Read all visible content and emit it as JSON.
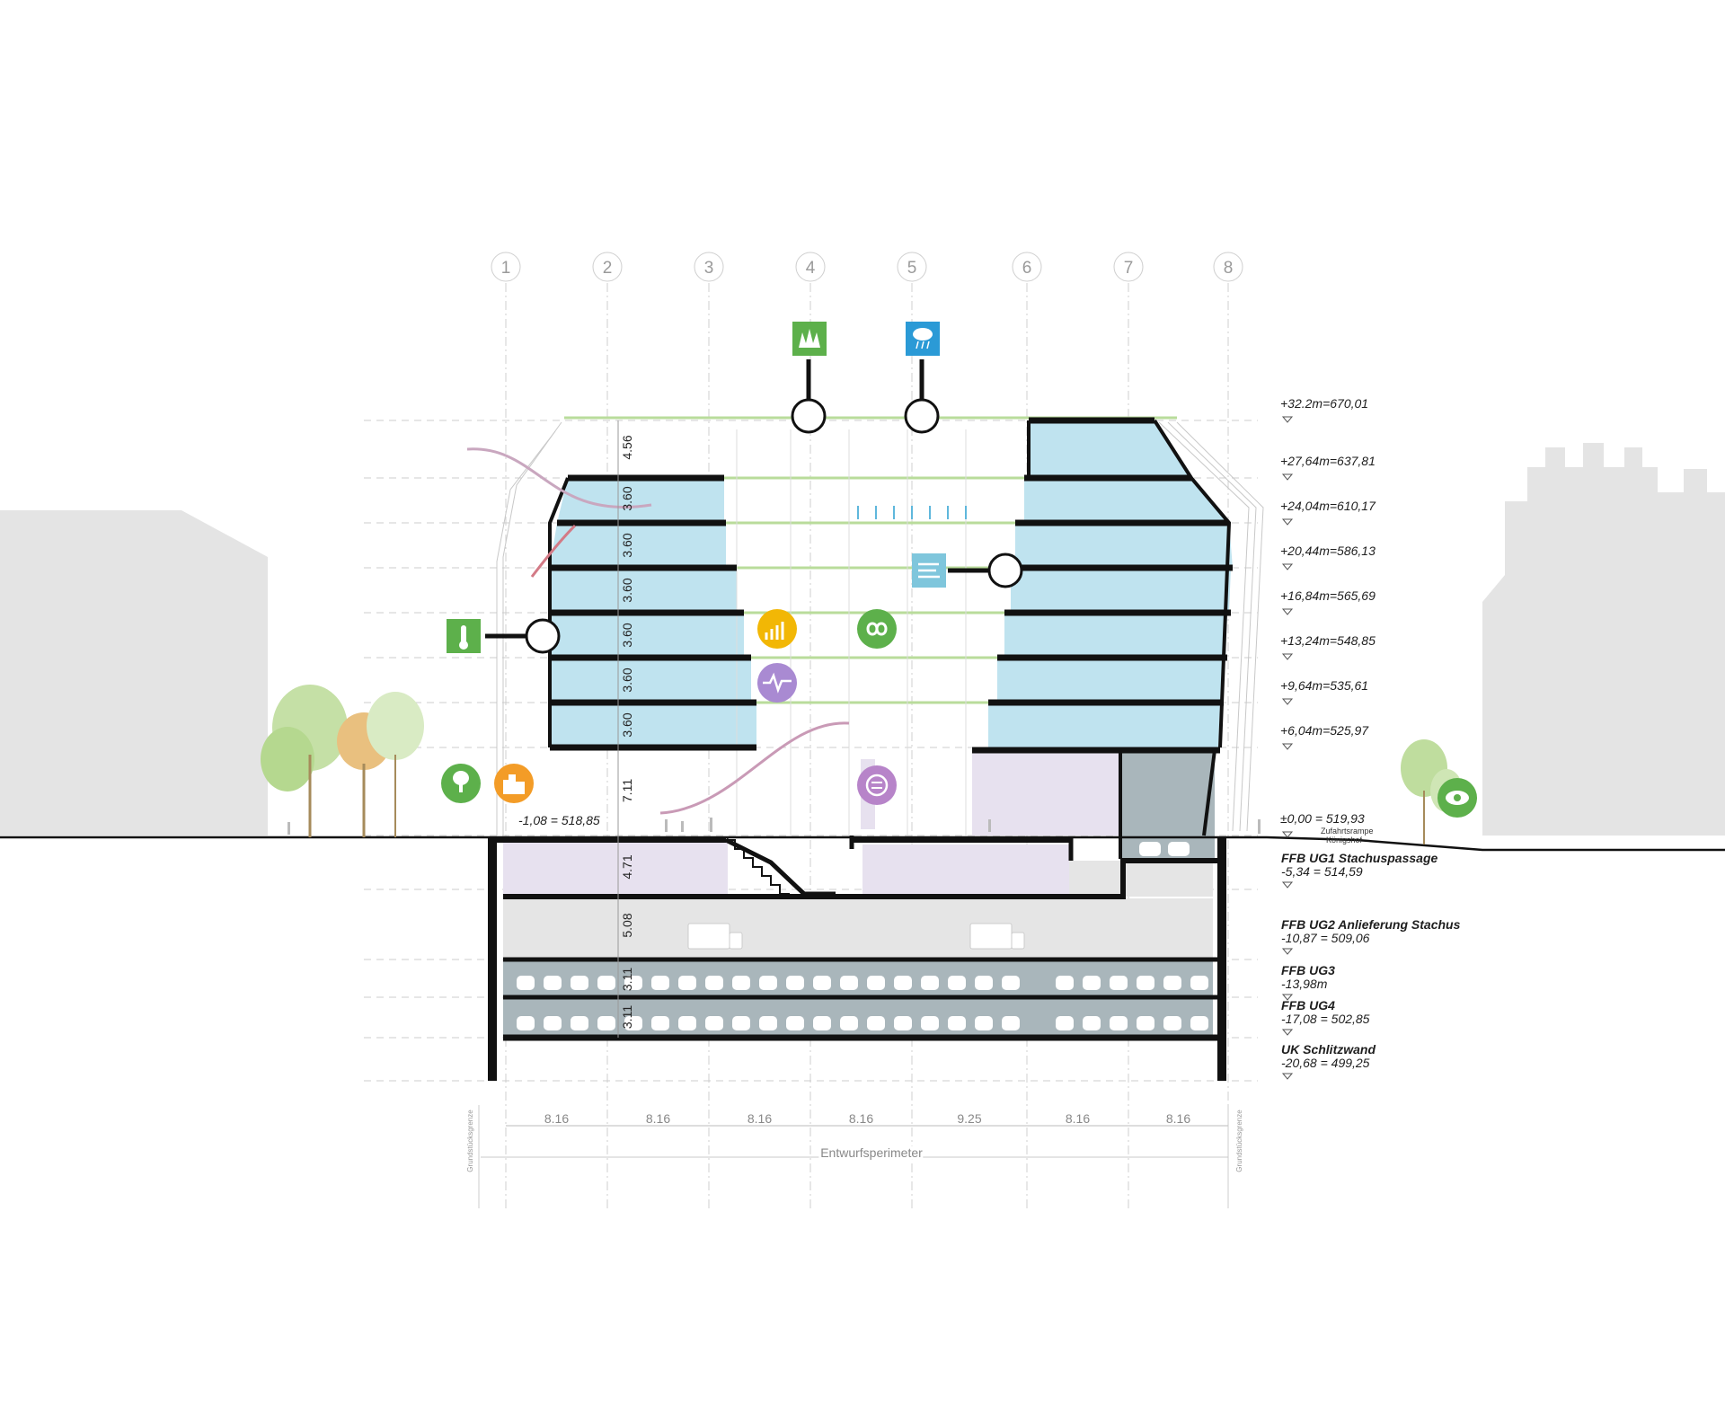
{
  "grid_axes": [
    "1",
    "2",
    "3",
    "4",
    "5",
    "6",
    "7",
    "8"
  ],
  "levels": [
    {
      "label": "+32.2m=670,01"
    },
    {
      "label": "+27,64m=637,81"
    },
    {
      "label": "+24,04m=610,17"
    },
    {
      "label": "+20,44m=586,13"
    },
    {
      "label": "+16,84m=565,69"
    },
    {
      "label": "+13,24m=548,85"
    },
    {
      "label": "+9,64m=535,61"
    },
    {
      "label": "+6,04m=525,97"
    },
    {
      "label": "±0,00 = 519,93"
    }
  ],
  "basement_levels": [
    {
      "name": "FFB UG1 Stachuspassage",
      "value": "-5,34 = 514,59"
    },
    {
      "name": "FFB UG2 Anlieferung Stachus",
      "value": "-10,87 = 509,06"
    },
    {
      "name": "FFB UG3",
      "value": "-13,98m"
    },
    {
      "name": "FFB UG4",
      "value": "-17,08 = 502,85"
    },
    {
      "name": "UK Schlitzwand",
      "value": "-20,68 = 499,25"
    }
  ],
  "atrium_level": "-1,08 = 518,85",
  "ramp_label": {
    "line1": "Zufahrtsrampe",
    "line2": "Königshof"
  },
  "storey_heights": [
    "4.56",
    "3.60",
    "3.60",
    "3.60",
    "3.60",
    "3.60",
    "3.60",
    "7.11",
    "4.71",
    "5.08",
    "3.11",
    "3.11"
  ],
  "bay_widths": [
    "8.16",
    "8.16",
    "8.16",
    "8.16",
    "9.25",
    "8.16",
    "8.16"
  ],
  "perimeter_label": "Entwurfsperimeter",
  "boundary_label": "Grundstücksgrenze",
  "icons": [
    {
      "name": "green-roof",
      "color": "#5db04b"
    },
    {
      "name": "rain-water",
      "color": "#2b9ad6"
    },
    {
      "name": "ventilation",
      "color": "#7fc6dc"
    },
    {
      "name": "temperature",
      "color": "#5db04b"
    },
    {
      "name": "growth-chart",
      "color": "#f2b705"
    },
    {
      "name": "circularity",
      "color": "#5db04b"
    },
    {
      "name": "health",
      "color": "#a98ad2"
    },
    {
      "name": "equality",
      "color": "#b784c9"
    },
    {
      "name": "nature-tree",
      "color": "#5db04b"
    },
    {
      "name": "urban-city",
      "color": "#f39c27"
    },
    {
      "name": "visibility-eye",
      "color": "#5db04b"
    }
  ],
  "colors": {
    "office_glass": "#bfe3ef",
    "public_floor": "#e7e1ef",
    "parking": "#a9b6bb",
    "delivery": "#e5e5e5",
    "neighbour": "#e4e4e4",
    "slab": "#111111"
  }
}
